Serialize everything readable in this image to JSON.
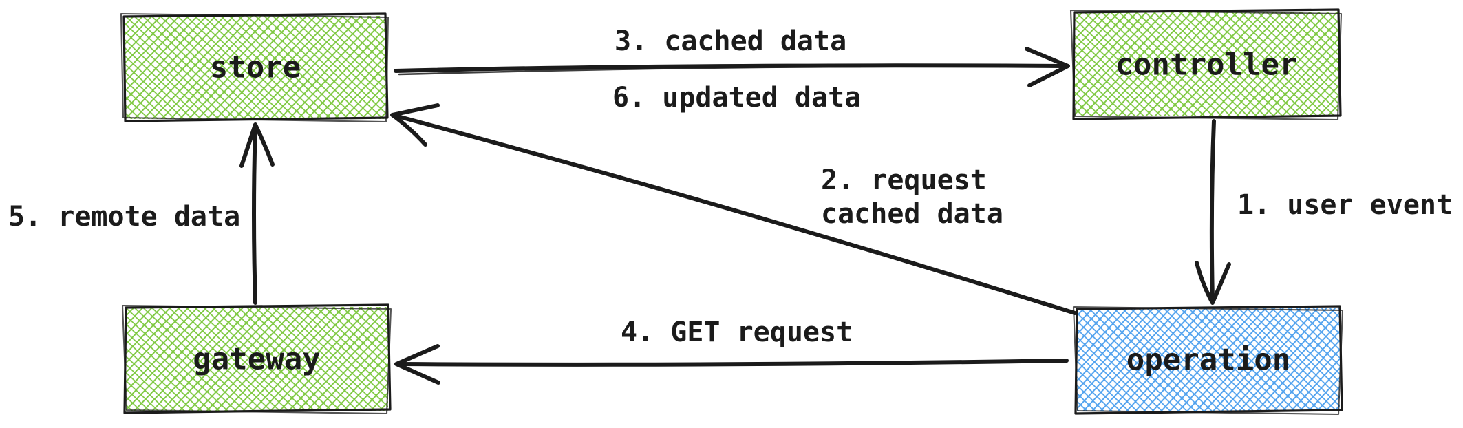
{
  "diagram": {
    "type": "flow-diagram",
    "style": "hand-drawn-sketch",
    "background": "#ffffff",
    "description": "Cache-first data flow between controller, operation, store and gateway"
  },
  "colors": {
    "green_hatch": "#7dc83f",
    "blue_hatch": "#4da0ee",
    "stroke": "#1b1b1b",
    "text": "#1b1b1b"
  },
  "nodes": {
    "store": {
      "label": "store",
      "fill_color": "#7dc83f",
      "fill_style": "cross-hatch"
    },
    "controller": {
      "label": "controller",
      "fill_color": "#7dc83f",
      "fill_style": "cross-hatch"
    },
    "gateway": {
      "label": "gateway",
      "fill_color": "#7dc83f",
      "fill_style": "cross-hatch"
    },
    "operation": {
      "label": "operation",
      "fill_color": "#4da0ee",
      "fill_style": "cross-hatch"
    }
  },
  "edges": {
    "user_event": {
      "step": "1",
      "label": "1. user event",
      "from": "controller",
      "to": "operation"
    },
    "request_cached_data": {
      "step": "2",
      "lines": [
        "2. request",
        "cached data"
      ],
      "from": "operation",
      "to": "store"
    },
    "cached_data": {
      "step": "3",
      "label": "3. cached data",
      "from": "store",
      "to": "controller"
    },
    "get_request": {
      "step": "4",
      "label": "4. GET request",
      "from": "operation",
      "to": "gateway"
    },
    "remote_data": {
      "step": "5",
      "label": "5. remote data",
      "from": "gateway",
      "to": "store"
    },
    "updated_data": {
      "step": "6",
      "label": "6. updated data",
      "from": "store",
      "to": "controller"
    }
  }
}
